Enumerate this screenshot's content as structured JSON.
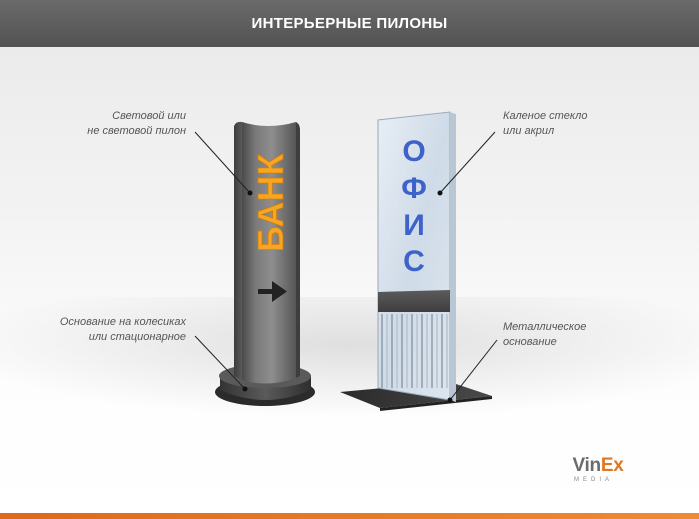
{
  "header": {
    "title": "ИНТЕРЬЕРНЫЕ ПИЛОНЫ"
  },
  "pylon_light": {
    "sign_text": "БАНК",
    "arrow_icon": "arrow-right-icon",
    "colors": {
      "body": "#6e6e6e",
      "sign": "#f5a623"
    }
  },
  "pylon_glass": {
    "letters": [
      "О",
      "Ф",
      "И",
      "С"
    ],
    "colors": {
      "glass": "#d6e2ee",
      "letters": "#3d62c9"
    }
  },
  "labels": {
    "light_pylon_line1": "Световой или",
    "light_pylon_line2": "не световой пилон",
    "base_line1": "Основание на колесиках",
    "base_line2": "или стационарное",
    "glass_line1": "Каленое стекло",
    "glass_line2": "или акрил",
    "metal_line1": "Металлическое",
    "metal_line2": "основание"
  },
  "logo": {
    "part1": "Vin",
    "part2": "Ex",
    "sub": "MEDIA"
  },
  "colors": {
    "header_bg": "#5e5e5e",
    "accent": "#e2761f"
  }
}
